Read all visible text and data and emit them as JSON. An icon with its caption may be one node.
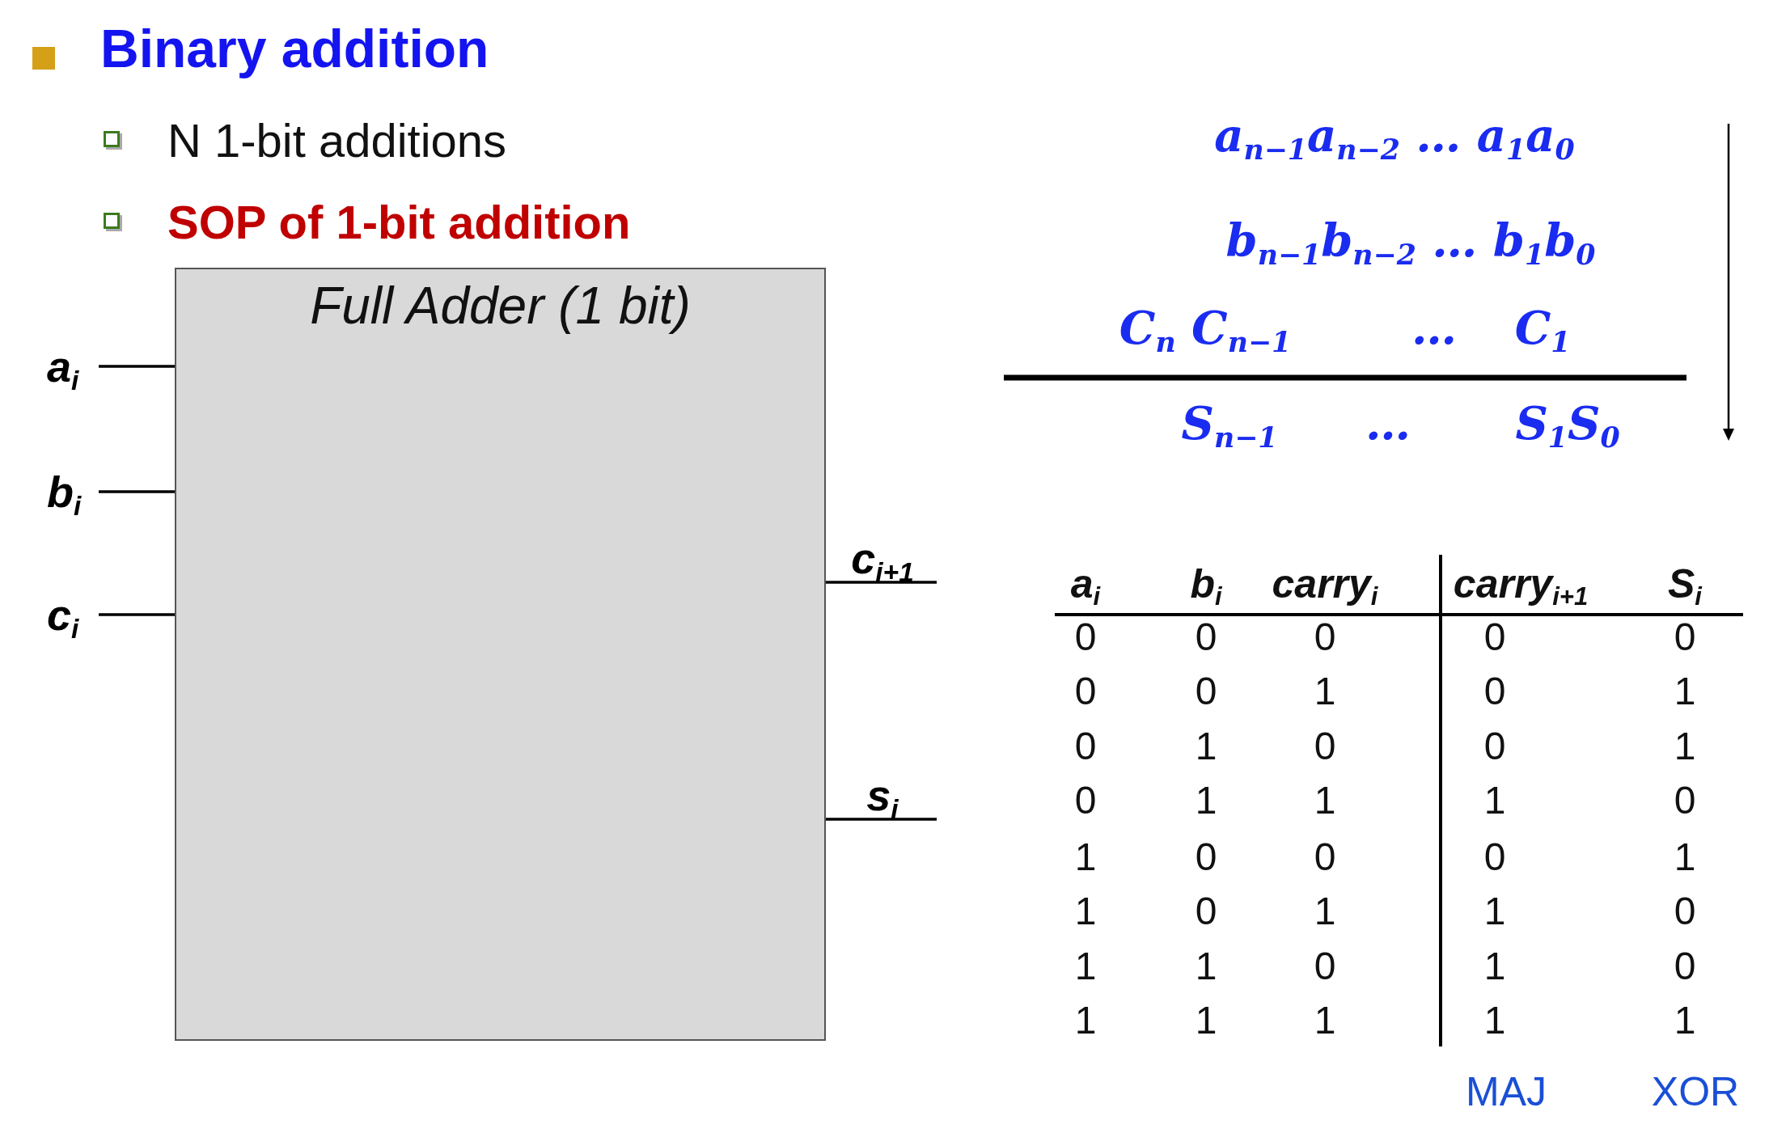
{
  "diagram": {
    "title": "Binary addition",
    "nodes": [
      {
        "text": [
          "Full Adder (1 bit)"
        ]
      },
      {
        "text": [
          "a$_{i}$"
        ]
      },
      {
        "text": [
          "b$_{i}$"
        ]
      },
      {
        "text": [
          "c$_{i}$"
        ]
      },
      {
        "text": [
          "c$_{i+1}$"
        ]
      },
      {
        "text": [
          "s$_{i}$"
        ]
      }
    ],
    "edges": [
      {
        "from": 1,
        "to": 0,
        "arrow": "none"
      },
      {
        "from": 2,
        "to": 0,
        "arrow": "none"
      },
      {
        "from": 3,
        "to": 0,
        "arrow": "none"
      },
      {
        "from": 0,
        "to": 4,
        "arrow": "none"
      },
      {
        "from": 0,
        "to": 5,
        "arrow": "none"
      }
    ],
    "labels": [
      "N 1-bit additions",
      "SOP of 1-bit addition",
      "a$_{n−1}$a$_{n−2}$ … a$_{1}$a$_{0}$",
      "b$_{n−1}$b$_{n−2}$ … b$_{1}$b$_{0}$",
      "C$_{n}$ C$_{n−1}$",
      "…",
      "C$_{1}$",
      "S$_{n−1}$",
      "…",
      "S$_{1}$S$_{0}$",
      "a$_{i}$",
      "b$_{i}$",
      "carry$_{i}$",
      "carry$_{i+1}$",
      "S$_{i}$",
      "0",
      "0",
      "0",
      "0",
      "0",
      "0",
      "0",
      "1",
      "0",
      "1",
      "0",
      "1",
      "0",
      "0",
      "1",
      "0",
      "1",
      "1",
      "1",
      "0",
      "1",
      "0",
      "0",
      "0",
      "1",
      "1",
      "0",
      "1",
      "1",
      "0",
      "1",
      "1",
      "0",
      "1",
      "0",
      "1",
      "1",
      "1",
      "1",
      "1",
      "MAJ",
      "XOR"
    ]
  }
}
